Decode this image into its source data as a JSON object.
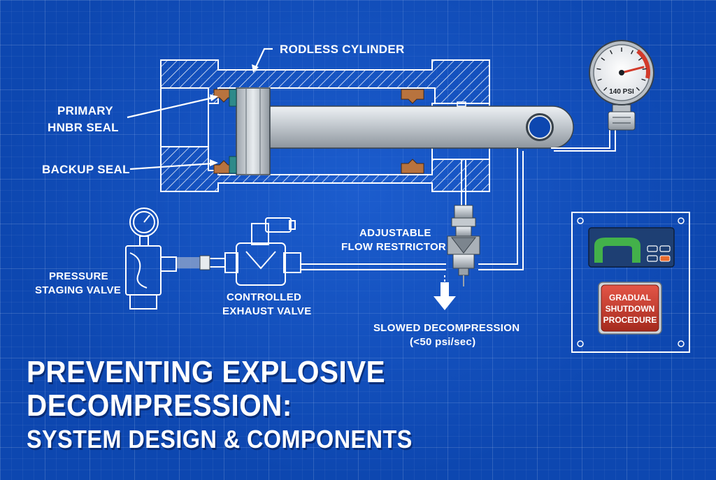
{
  "labels": {
    "rodless_cylinder": "RODLESS CYLINDER",
    "primary_seal_line1": "PRIMARY",
    "primary_seal_line2": "HNBR SEAL",
    "backup_seal": "BACKUP SEAL",
    "pressure_staging_line1": "PRESSURE",
    "pressure_staging_line2": "STAGING VALVE",
    "controlled_exhaust_line1": "CONTROLLED",
    "controlled_exhaust_line2": "EXHAUST VALVE",
    "flow_restrictor_line1": "ADJUSTABLE",
    "flow_restrictor_line2": "FLOW RESTRICTOR",
    "slowed_decompression_line1": "SLOWED DECOMPRESSION",
    "slowed_decompression_line2": "(<50 psi/sec)",
    "gauge_reading": "140 PSI",
    "shutdown_line1": "GRADUAL",
    "shutdown_line2": "SHUTDOWN",
    "shutdown_line3": "PROCEDURE"
  },
  "title": {
    "line1": "PREVENTING EXPLOSIVE",
    "line2": "DECOMPRESSION:",
    "line3": "SYSTEM DESIGN & COMPONENTS"
  },
  "colors": {
    "background": "#0d47b0",
    "line": "#ffffff",
    "seal": "#b8733e",
    "seal_ring": "#2e8a8a",
    "steel": "#c9ced4",
    "gauge_red": "#d23a2a",
    "panel_green": "#43b14a",
    "shutdown_red": "#c0392b"
  },
  "gauge": {
    "needle_fraction": 0.78
  }
}
